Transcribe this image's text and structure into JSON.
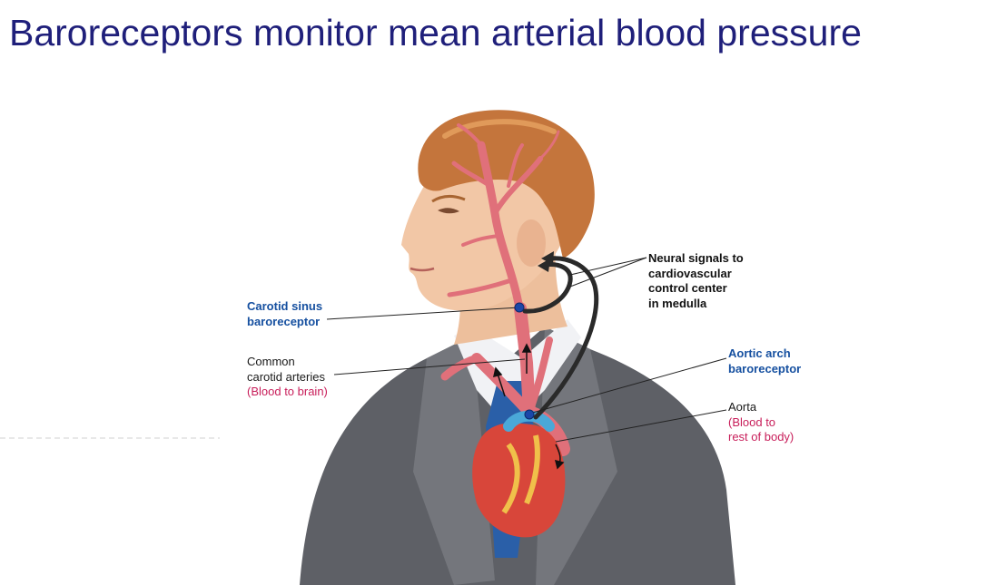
{
  "title": "Baroreceptors monitor mean arterial blood pressure",
  "labels": {
    "neural_signals": [
      "Neural signals to",
      "cardiovascular",
      "control center",
      "in medulla"
    ],
    "carotid_sinus": [
      "Carotid sinus",
      "baroreceptor"
    ],
    "common_carotid": [
      "Common",
      "carotid arteries"
    ],
    "common_carotid_note": "(Blood to brain)",
    "aortic_arch": [
      "Aortic arch",
      "baroreceptor"
    ],
    "aorta": "Aorta",
    "aorta_note": [
      "(Blood to",
      "rest of body)"
    ]
  },
  "colors": {
    "title": "#1f1f7a",
    "receptor_label": "#1650a0",
    "note_label": "#c81e5a",
    "artery": "#e0707a",
    "suit": "#5e6066",
    "hair": "#c4753c",
    "skin": "#f2c7a6",
    "heart": "#d8463a",
    "tie": "#2a5fa8",
    "receptor_dot": "#1b47a8"
  }
}
